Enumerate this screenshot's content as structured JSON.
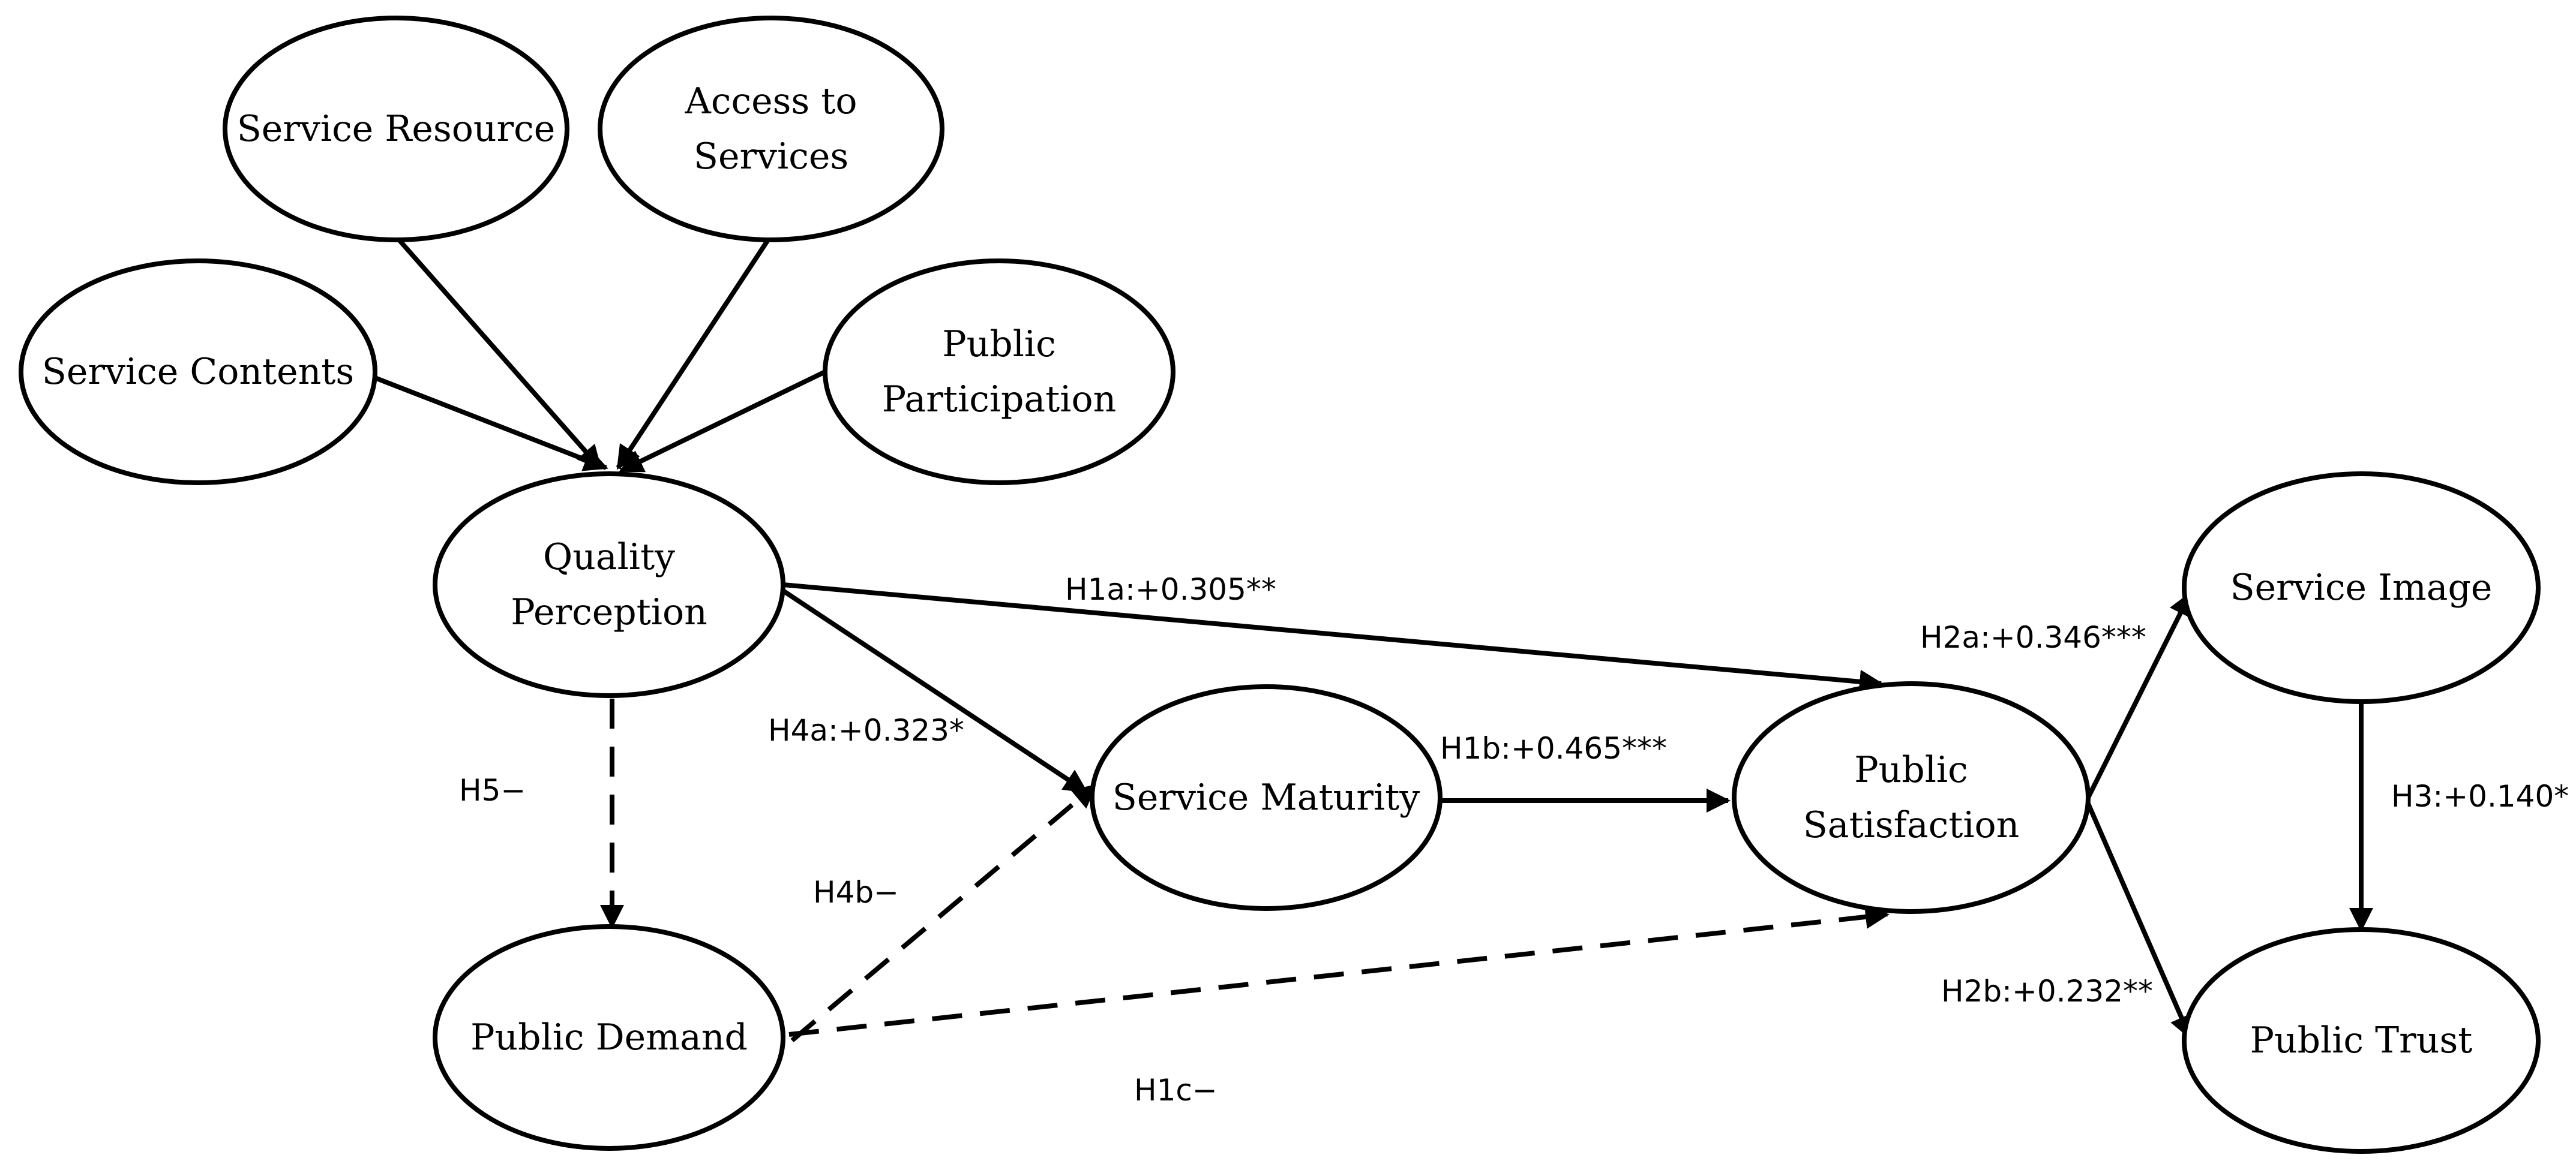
{
  "diagram": {
    "nodes": [
      {
        "id": "service-resource",
        "lines": [
          "Service Resource"
        ]
      },
      {
        "id": "access-to-services",
        "lines": [
          "Access to",
          "Services"
        ]
      },
      {
        "id": "service-contents",
        "lines": [
          "Service Contents"
        ]
      },
      {
        "id": "public-participation",
        "lines": [
          "Public",
          "Participation"
        ]
      },
      {
        "id": "quality-perception",
        "lines": [
          "Quality",
          "Perception"
        ]
      },
      {
        "id": "service-maturity",
        "lines": [
          "Service Maturity"
        ]
      },
      {
        "id": "public-satisfaction",
        "lines": [
          "Public",
          "Satisfaction"
        ]
      },
      {
        "id": "public-demand",
        "lines": [
          "Public Demand"
        ]
      },
      {
        "id": "service-image",
        "lines": [
          "Service Image"
        ]
      },
      {
        "id": "public-trust",
        "lines": [
          "Public Trust"
        ]
      }
    ],
    "edges": [
      {
        "id": "sr-qp",
        "from": "service-resource",
        "to": "quality-perception",
        "style": "solid",
        "label": ""
      },
      {
        "id": "as-qp",
        "from": "access-to-services",
        "to": "quality-perception",
        "style": "solid",
        "label": ""
      },
      {
        "id": "sc-qp",
        "from": "service-contents",
        "to": "quality-perception",
        "style": "solid",
        "label": ""
      },
      {
        "id": "pp-qp",
        "from": "public-participation",
        "to": "quality-perception",
        "style": "solid",
        "label": ""
      },
      {
        "id": "h1a",
        "from": "quality-perception",
        "to": "public-satisfaction",
        "style": "solid",
        "label": "H1a:+0.305**"
      },
      {
        "id": "h4a",
        "from": "quality-perception",
        "to": "service-maturity",
        "style": "solid",
        "label": "H4a:+0.323*"
      },
      {
        "id": "h5",
        "from": "quality-perception",
        "to": "public-demand",
        "style": "dashed",
        "label": "H5−"
      },
      {
        "id": "h1b",
        "from": "service-maturity",
        "to": "public-satisfaction",
        "style": "solid",
        "label": "H1b:+0.465***"
      },
      {
        "id": "h4b",
        "from": "public-demand",
        "to": "service-maturity",
        "style": "dashed",
        "label": "H4b−"
      },
      {
        "id": "h1c",
        "from": "public-demand",
        "to": "public-satisfaction",
        "style": "dashed",
        "label": "H1c−"
      },
      {
        "id": "h2a",
        "from": "public-satisfaction",
        "to": "service-image",
        "style": "solid",
        "label": "H2a:+0.346***"
      },
      {
        "id": "h2b",
        "from": "public-satisfaction",
        "to": "public-trust",
        "style": "solid",
        "label": "H2b:+0.232**"
      },
      {
        "id": "h3",
        "from": "service-image",
        "to": "public-trust",
        "style": "solid",
        "label": "H3:+0.140*"
      }
    ]
  }
}
